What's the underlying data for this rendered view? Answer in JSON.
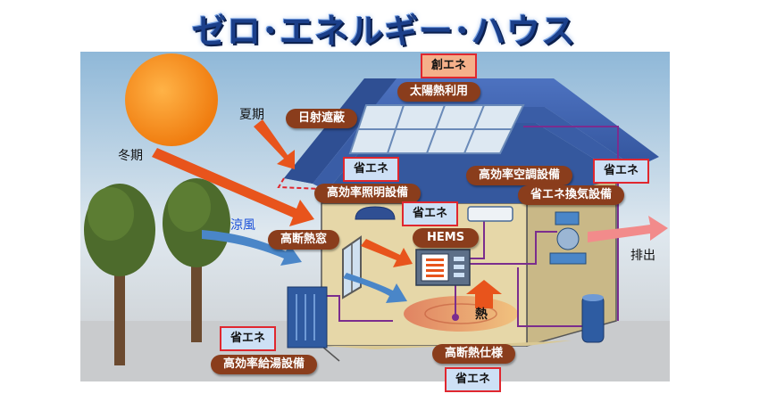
{
  "title": "ゼロ･エネルギー･ハウス",
  "labels": {
    "create_energy": "創エネ",
    "solar_thermal": "太陽熱利用",
    "shading": "日射遮蔽",
    "summer": "夏期",
    "winter": "冬期",
    "save1": "省エネ",
    "lighting": "高効率照明設備",
    "save2": "省エネ",
    "hems": "HEMS",
    "save3": "省エネ",
    "aircon": "高効率空調設備",
    "ventilation": "省エネ換気設備",
    "cool_breeze": "涼風",
    "insulated_window": "高断熱窓",
    "exhaust": "排出",
    "heat": "熱",
    "save4": "省エネ",
    "water_heater": "高効率給湯設備",
    "insulation": "高断熱仕様",
    "save5": "省エネ"
  },
  "colors": {
    "roof": "#3c5fa8",
    "wall": "#e6d7a8",
    "sun": "#f7931e",
    "label_pill": "#8a3d1c",
    "tag_border": "#e0272f",
    "tag_fill": "#cde0f5",
    "create_fill": "#f5b08a",
    "arrow_orange": "#e8541c",
    "arrow_blue": "#4a86c8",
    "arrow_pink": "#f28b8b",
    "wire": "#7b2d8e"
  }
}
